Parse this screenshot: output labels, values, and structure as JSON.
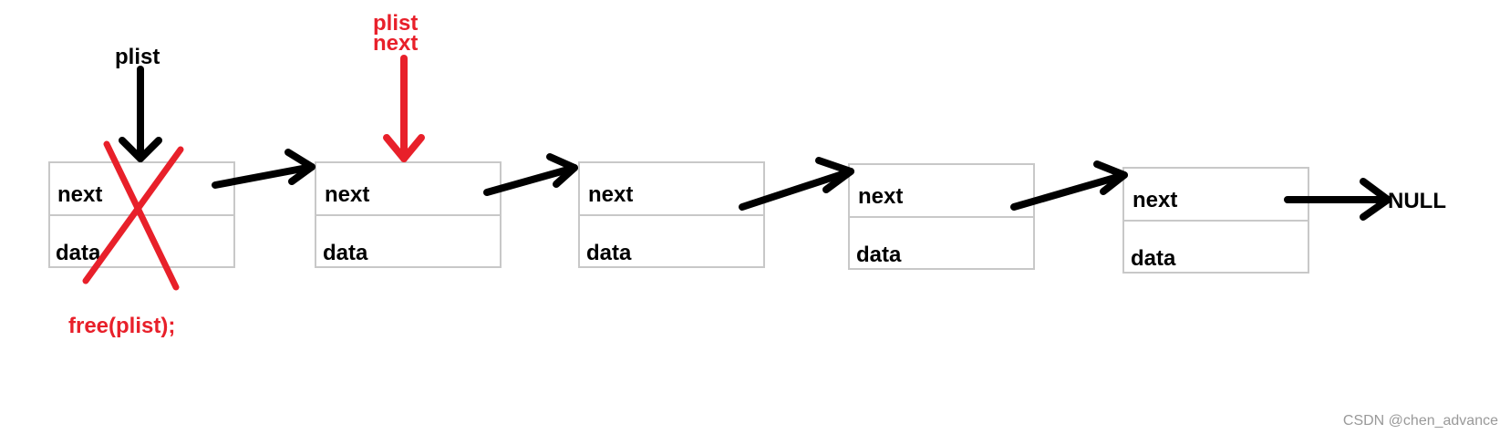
{
  "nodes": [
    {
      "next_label": "next",
      "data_label": "data"
    },
    {
      "next_label": "next",
      "data_label": "data"
    },
    {
      "next_label": "next",
      "data_label": "data"
    },
    {
      "next_label": "next",
      "data_label": "data"
    },
    {
      "next_label": "next",
      "data_label": "data"
    }
  ],
  "pointers": {
    "plist_label": "plist",
    "new_plist_label": "plist",
    "new_next_label": "next"
  },
  "null_label": "NULL",
  "free_label": "free(plist);",
  "watermark": "CSDN @chen_advance",
  "colors": {
    "ink": "#000000",
    "highlight": "#e8202a",
    "cell_border": "#c8c8c8",
    "watermark": "#999999"
  }
}
